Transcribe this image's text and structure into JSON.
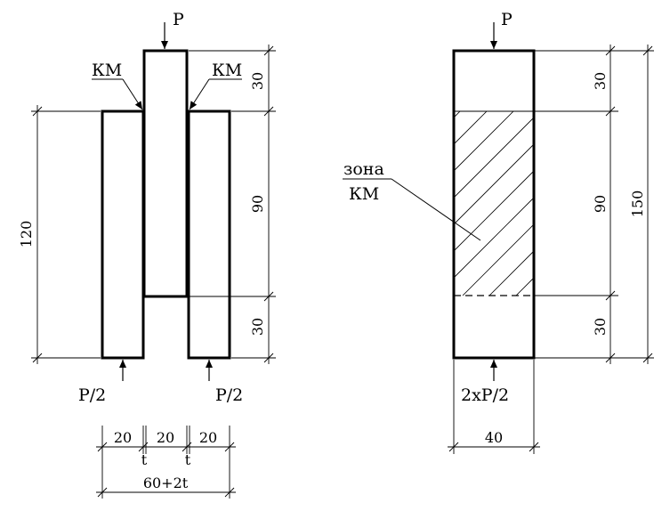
{
  "left": {
    "load_top": "P",
    "km_left": "КМ",
    "km_right": "КМ",
    "load_bottom_left": "P/2",
    "load_bottom_right": "P/2",
    "dim_top": "30",
    "dim_middle": "90",
    "dim_bottom": "30",
    "dim_height": "120",
    "dim_w1": "20",
    "dim_w2": "20",
    "dim_w3": "20",
    "gap_1": "t",
    "gap_2": "t",
    "dim_total": "60+2t"
  },
  "right": {
    "load_top": "P",
    "zone_line1": "зона",
    "zone_line2": "КМ",
    "load_bottom": "2xP/2",
    "dim_top": "30",
    "dim_middle": "90",
    "dim_bottom": "30",
    "dim_total_height": "150",
    "dim_width": "40"
  }
}
